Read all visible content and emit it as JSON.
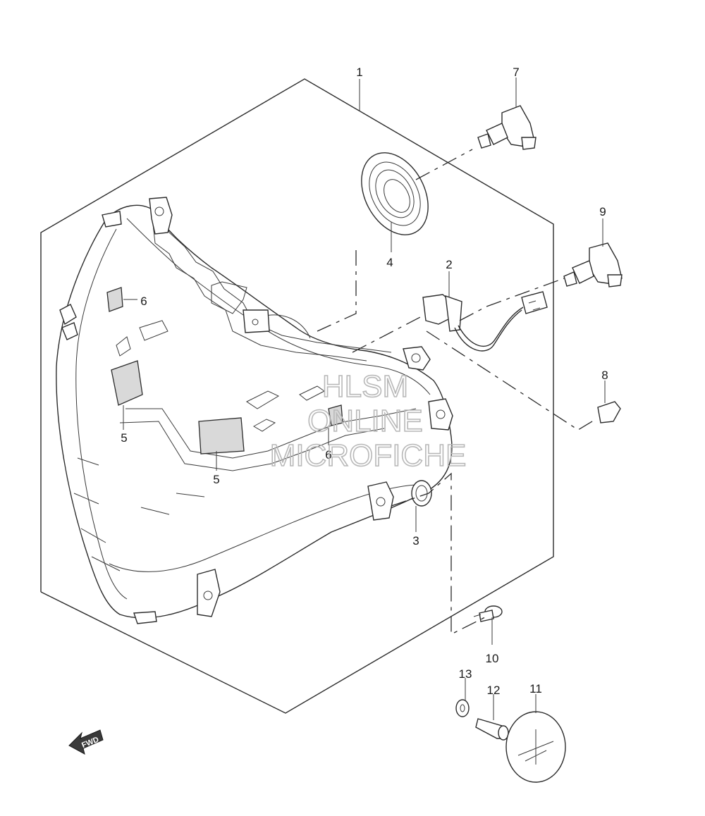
{
  "callouts": {
    "c1": "1",
    "c2": "2",
    "c3": "3",
    "c4": "4",
    "c5a": "5",
    "c5b": "5",
    "c6a": "6",
    "c6b": "6",
    "c7": "7",
    "c8": "8",
    "c9": "9",
    "c10": "10",
    "c11": "11",
    "c12": "12",
    "c13": "13"
  },
  "watermark": {
    "line1": "HLSM",
    "line2": "ONLINE",
    "line3": "MICROFICHE"
  },
  "direction_arrow": {
    "label": "FWD"
  }
}
